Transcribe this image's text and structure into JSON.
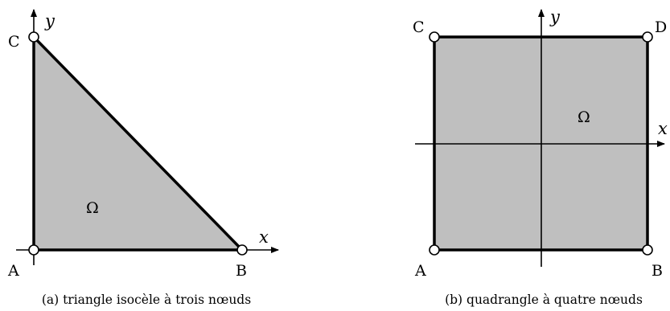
{
  "panels": {
    "a": {
      "caption": "(a)  triangle isocèle à trois nœuds",
      "region_label": "Ω",
      "x_axis_label": "x",
      "y_axis_label": "y",
      "nodes": {
        "A": "A",
        "B": "B",
        "C": "C"
      }
    },
    "b": {
      "caption": "(b)  quadrangle à quatre nœuds",
      "region_label": "Ω",
      "x_axis_label": "x",
      "y_axis_label": "y",
      "nodes": {
        "A": "A",
        "B": "B",
        "C": "C",
        "D": "D"
      }
    }
  },
  "colors": {
    "region_fill": "#bfbfbf",
    "stroke": "#000000",
    "node_fill": "#ffffff"
  }
}
